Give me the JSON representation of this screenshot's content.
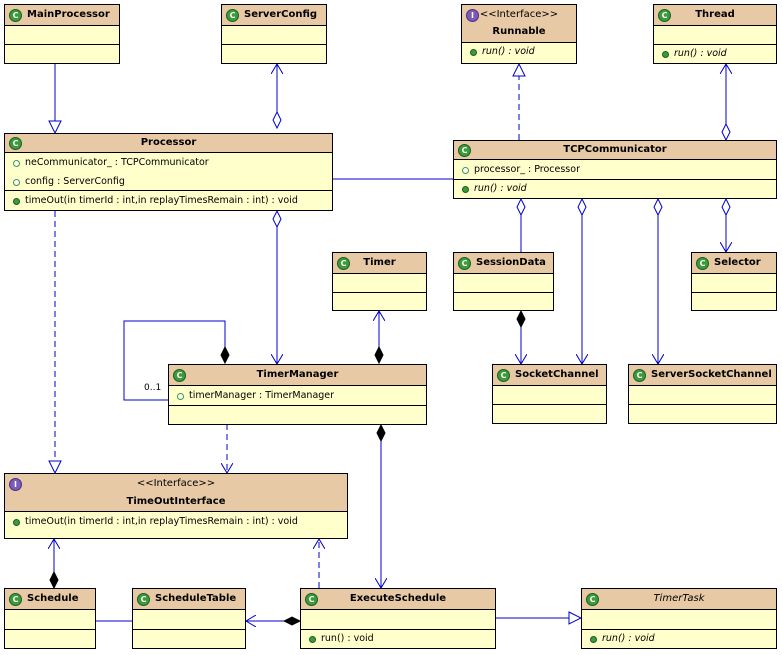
{
  "classes": {
    "main_processor": {
      "name": "MainProcessor"
    },
    "server_config": {
      "name": "ServerConfig"
    },
    "runnable": {
      "stereotype": "<<Interface>>",
      "name": "Runnable",
      "methods": [
        "run() : void"
      ]
    },
    "thread": {
      "name": "Thread",
      "methods": [
        "run() : void"
      ]
    },
    "processor": {
      "name": "Processor",
      "fields": [
        "neCommunicator_ : TCPCommunicator",
        "config : ServerConfig"
      ],
      "methods": [
        "timeOut(in timerId : int,in replayTimesRemain : int) : void"
      ]
    },
    "tcp_communicator": {
      "name": "TCPCommunicator",
      "fields": [
        "processor_ : Processor"
      ],
      "methods": [
        "run() : void"
      ]
    },
    "timer": {
      "name": "Timer"
    },
    "session_data": {
      "name": "SessionData"
    },
    "selector": {
      "name": "Selector"
    },
    "timer_manager": {
      "name": "TimerManager",
      "fields": [
        "timerManager : TimerManager"
      ]
    },
    "socket_channel": {
      "name": "SocketChannel"
    },
    "server_socket_channel": {
      "name": "ServerSocketChannel"
    },
    "timeout_interface": {
      "stereotype": "<<Interface>>",
      "name": "TimeOutInterface",
      "methods": [
        "timeOut(in timerId : int,in replayTimesRemain : int) : void"
      ]
    },
    "schedule": {
      "name": "Schedule"
    },
    "schedule_table": {
      "name": "ScheduleTable"
    },
    "execute_schedule": {
      "name": "ExecuteSchedule",
      "methods": [
        "run() : void"
      ]
    },
    "timer_task": {
      "name": "TimerTask",
      "methods": [
        "run() : void"
      ]
    }
  },
  "multiplicities": {
    "timer_manager_self": "0..1"
  },
  "colors": {
    "class_fill": "#ffffcc",
    "header_fill": "#e8c9a6",
    "connector": "#0000cc",
    "class_badge": "#3c9a3c",
    "interface_badge": "#7a5bb5"
  },
  "icons": {
    "class": "class-badge-icon",
    "interface": "interface-badge-icon",
    "method": "public-method-icon",
    "field": "field-icon"
  }
}
